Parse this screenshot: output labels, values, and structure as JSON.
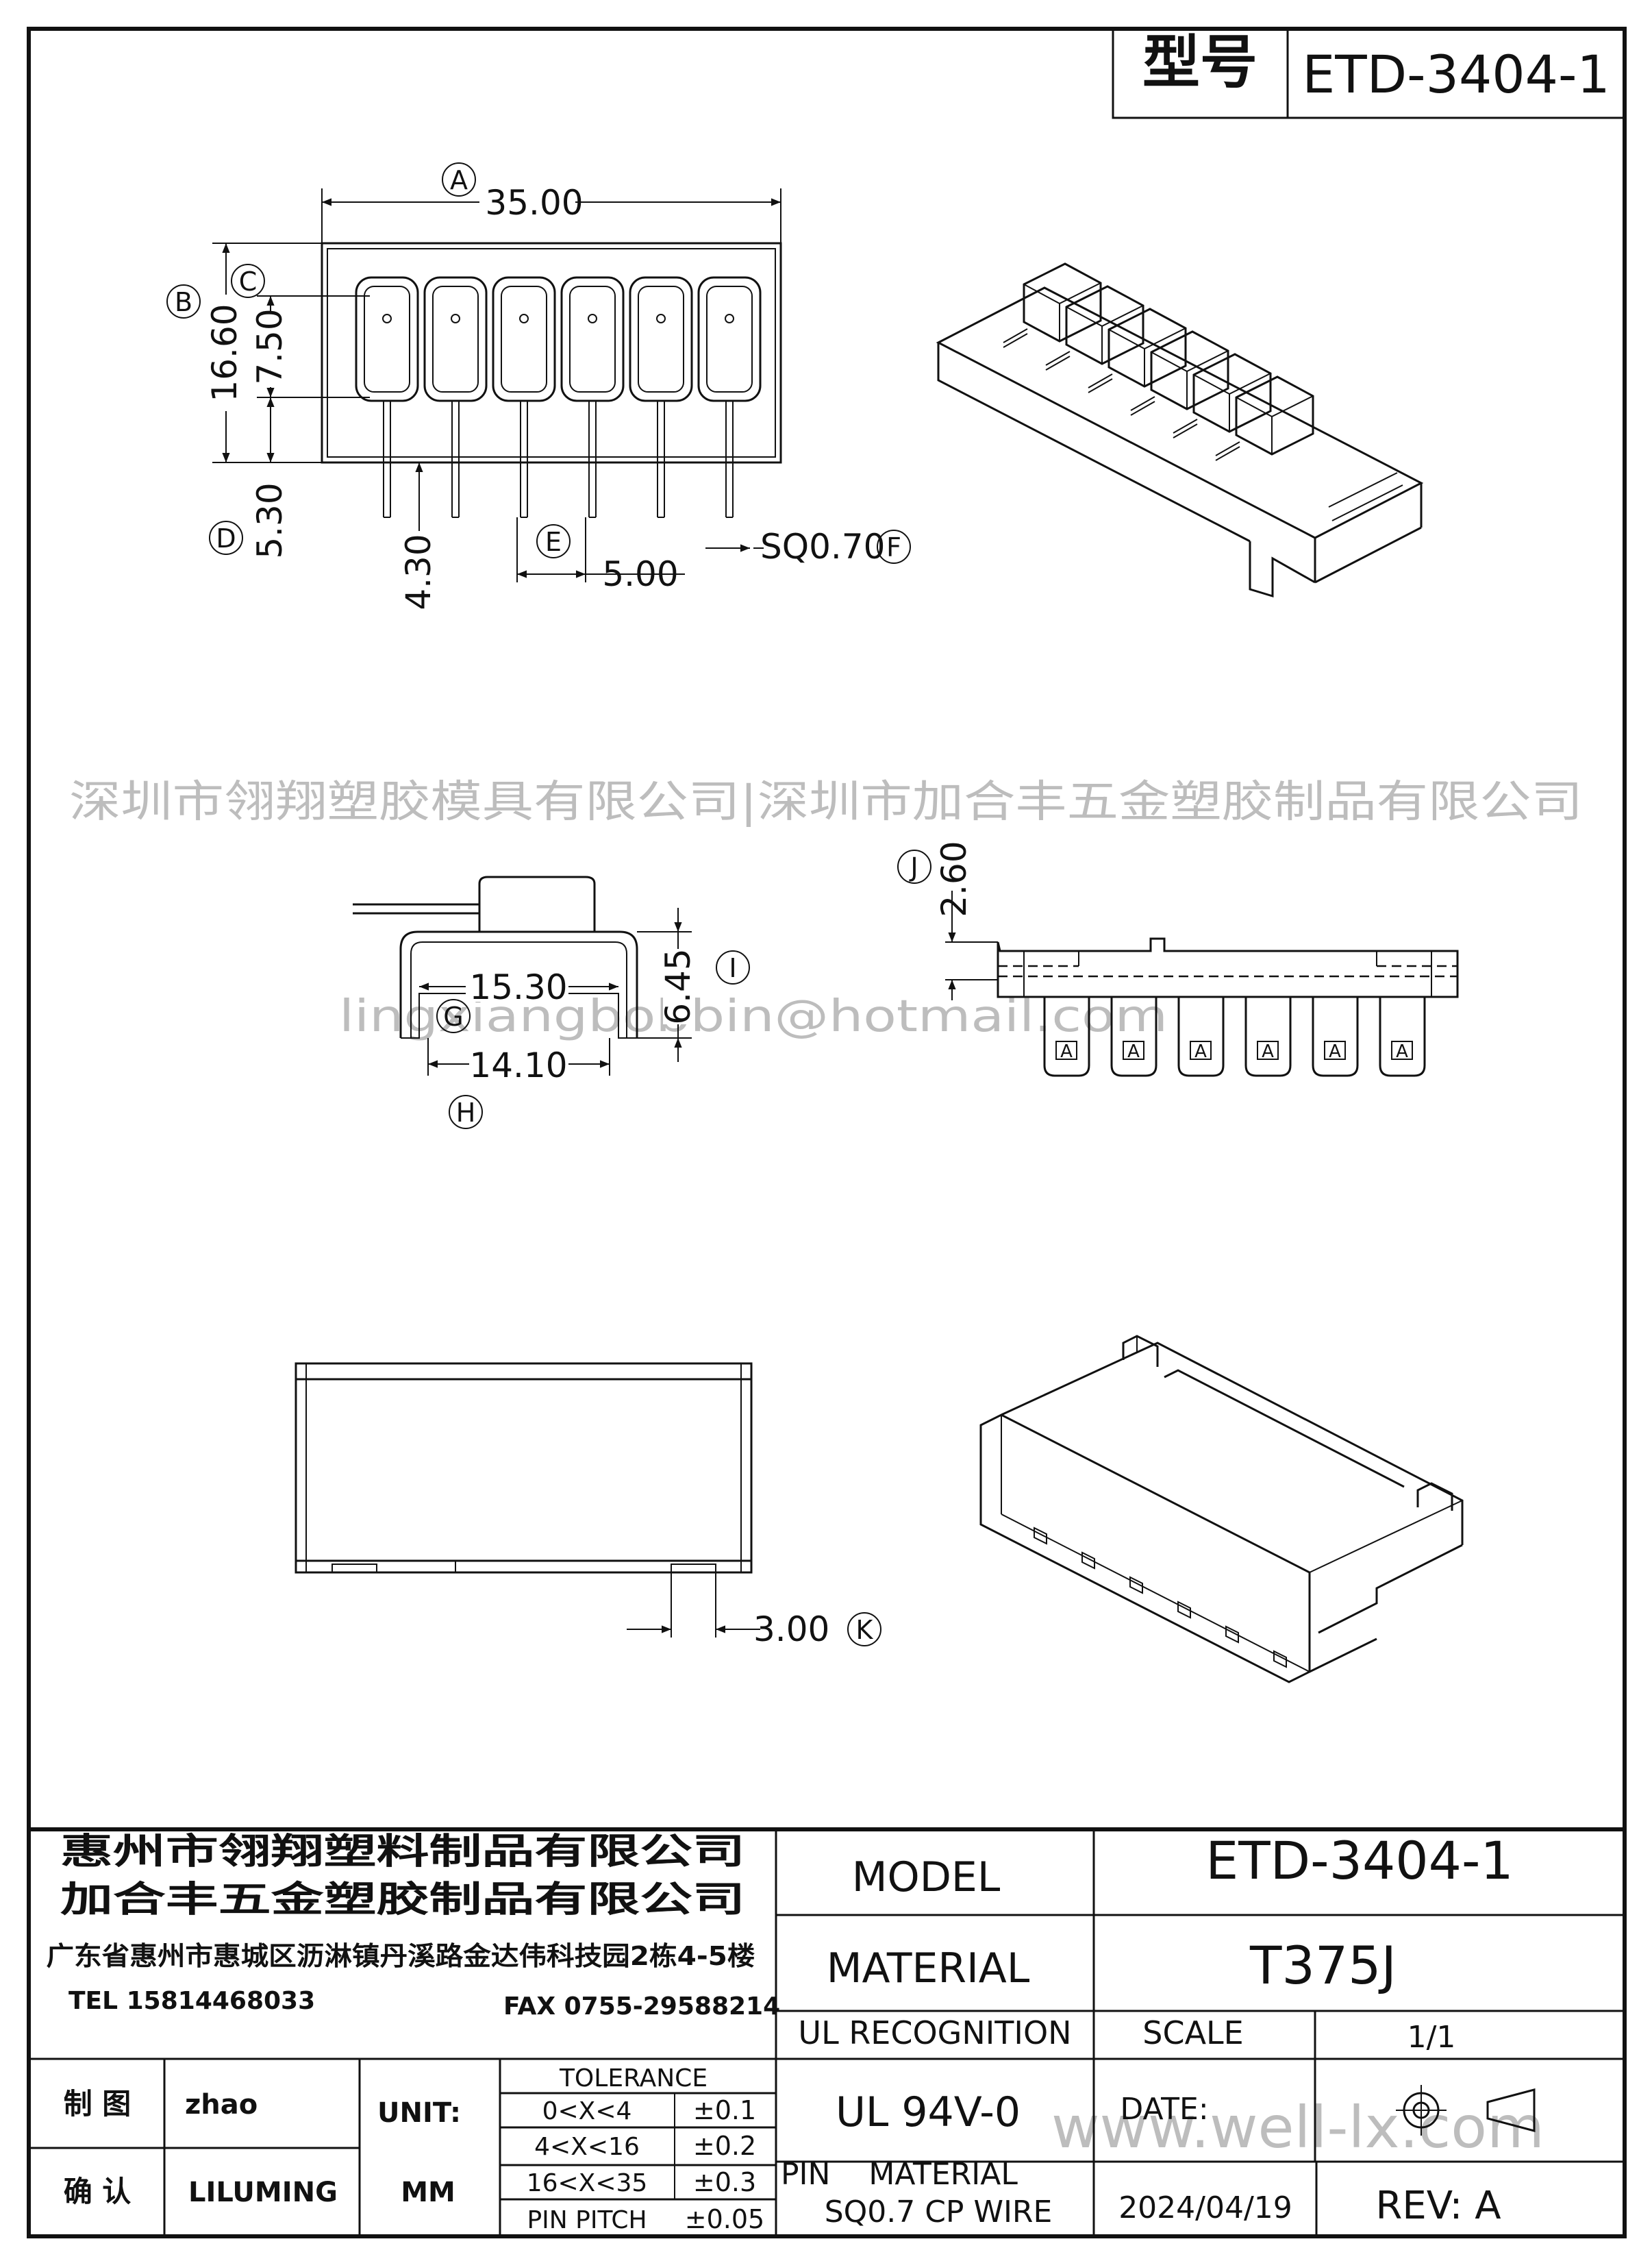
{
  "header": {
    "model_label": "型号",
    "model_value": "ETD-3404-1"
  },
  "callouts": {
    "A": "A",
    "B": "B",
    "C": "C",
    "D": "D",
    "E": "E",
    "F": "F",
    "G": "G",
    "H": "H",
    "I": "I",
    "J": "J",
    "K": "K"
  },
  "dimensions": {
    "A": "35.00",
    "B": "16.60",
    "C": "7.50",
    "D": "5.30",
    "pin_length": "4.30",
    "E": "5.00",
    "F": "SQ0.70",
    "G": "15.30",
    "H": "14.10",
    "I": "6.45",
    "J": "2.60",
    "K": "3.00"
  },
  "watermarks": {
    "company_line": "深圳市翎翔塑胶模具有限公司|深圳市加合丰五金塑胶制品有限公司",
    "email": "lingxiangbobbin@hotmail.com",
    "website": "www.well-lx.com"
  },
  "pin_marker": "A",
  "title_block": {
    "company1": "惠州市翎翔塑料制品有限公司",
    "company2": "加合丰五金塑胶制品有限公司",
    "address": "广东省惠州市惠城区沥淋镇丹溪路金达伟科技园2栋4-5楼",
    "tel": "TEL 15814468033",
    "fax": "FAX 0755-29588214",
    "drawn_label": "制 图",
    "drawn_value": "zhao",
    "checked_label": "确 认",
    "checked_value": "LILUMING",
    "unit_label": "UNIT:",
    "unit_value": "MM",
    "tolerance_title": "TOLERANCE",
    "tolerance_rows": [
      {
        "range": "0<X<4",
        "value": "±0.1"
      },
      {
        "range": "4<X<16",
        "value": "±0.2"
      },
      {
        "range": "16<X<35",
        "value": "±0.3"
      },
      {
        "range": "PIN PITCH",
        "value": "±0.05"
      }
    ],
    "model_label": "MODEL",
    "model_value": "ETD-3404-1",
    "material_label": "MATERIAL",
    "material_value": "T375J",
    "ul_label": "UL RECOGNITION",
    "ul_value": "UL 94V-0",
    "scale_label": "SCALE",
    "scale_value": "1/1",
    "date_label": "DATE:",
    "date_value": "2024/04/19",
    "pin_material_label": "PIN    MATERIAL",
    "pin_material_value": "SQ0.7 CP WIRE",
    "rev": "REV: A"
  }
}
